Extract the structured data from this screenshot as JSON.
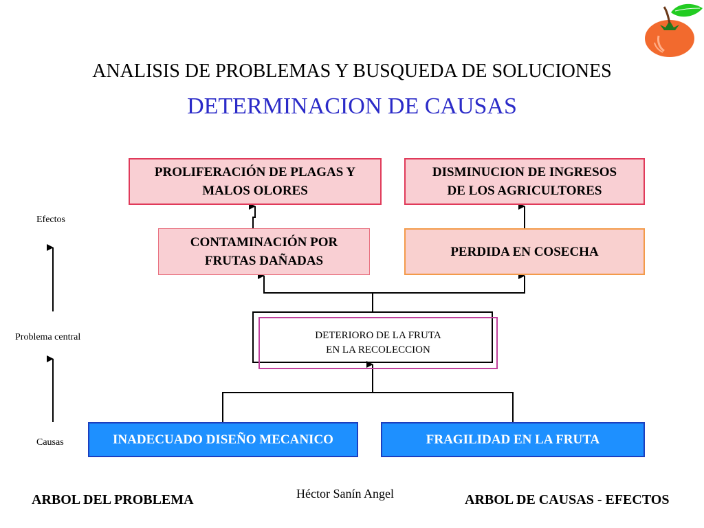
{
  "header": {
    "title": "ANALISIS DE PROBLEMAS Y BUSQUEDA DE SOLUCIONES",
    "subtitle": "DETERMINACION DE CAUSAS"
  },
  "effects": {
    "top_left": [
      "PROLIFERACIÓN DE PLAGAS Y",
      "MALOS OLORES"
    ],
    "top_right": [
      "DISMINUCION DE INGRESOS",
      "DE LOS AGRICULTORES"
    ],
    "mid_left": [
      "CONTAMINACIÓN POR",
      "FRUTAS DAÑADAS"
    ],
    "mid_right": [
      "PERDIDA EN COSECHA"
    ]
  },
  "central_problem": [
    "DETERIORO DE LA FRUTA",
    "EN LA RECOLECCION"
  ],
  "causes": {
    "left": "INADECUADO DISEÑO MECANICO",
    "right": "FRAGILIDAD EN LA FRUTA"
  },
  "side_labels": {
    "effects": "Efectos",
    "central": "Problema central",
    "causes": "Causas"
  },
  "footer": {
    "left": "ARBOL DEL PROBLEMA",
    "center": "Héctor Sanín Angel",
    "right": "ARBOL DE CAUSAS - EFECTOS"
  },
  "colors": {
    "title_blue": "#2b2bc8",
    "effect_fill": "#f9cfd3",
    "cause_fill": "#1e90ff",
    "apple": "#f26a2e",
    "leaf": "#22cc22"
  },
  "icons": {
    "logo": "apple-logo"
  }
}
